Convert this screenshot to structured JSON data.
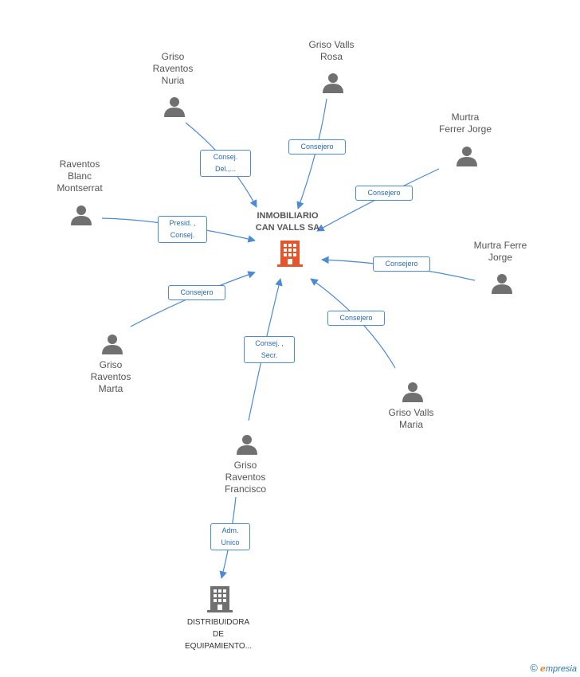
{
  "center": {
    "name": "INMOBILIARIO\nCAN VALLS SA",
    "icon": "office-building-icon",
    "color": "#e8542a"
  },
  "persons": [
    {
      "name": "Griso\nRaventos\nNuria",
      "role": "Consej.\nDel.,..."
    },
    {
      "name": "Griso Valls\nRosa",
      "role": "Consejero"
    },
    {
      "name": "Murtra\nFerrer Jorge",
      "role": "Consejero"
    },
    {
      "name": "Raventos\nBlanc\nMontserrat",
      "role": "Presid. ,\nConsej."
    },
    {
      "name": "Murtra Ferre\nJorge",
      "role": "Consejero"
    },
    {
      "name": "Griso\nRaventos\nMarta",
      "role": "Consejero"
    },
    {
      "name": "Griso Valls\nMaria",
      "role": "Consejero"
    },
    {
      "name": "Griso\nRaventos\nFrancisco",
      "role": "Consej. ,\nSecr."
    }
  ],
  "subsidiary": {
    "name": "DISTRIBUIDORA\nDE\nEQUIPAMIENTO...",
    "role": "Adm.\nUnico",
    "icon": "office-building-icon"
  },
  "colors": {
    "edge": "#4a8ad6",
    "person": "#707070",
    "company": "#707070"
  },
  "brand": {
    "copyright": "©",
    "initial": "e",
    "rest": "mpresia"
  }
}
